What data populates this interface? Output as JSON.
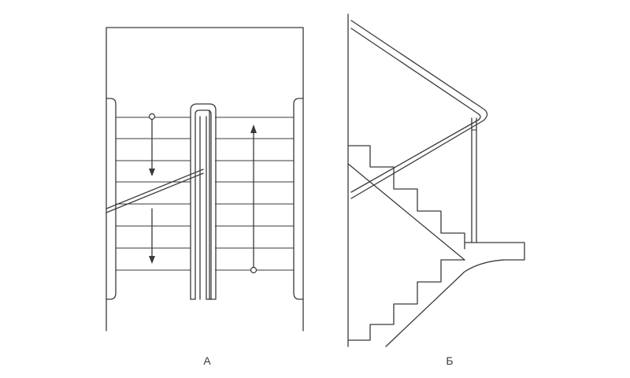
{
  "figure": {
    "panels": [
      {
        "id": "A",
        "caption": "А",
        "view": "plan"
      },
      {
        "id": "B",
        "caption": "Б",
        "view": "section"
      }
    ],
    "plan": {
      "steps_per_flight": 8,
      "flight_directions": [
        "down",
        "up"
      ]
    },
    "section": {
      "visible_steps_upper": 5,
      "visible_steps_lower": 5
    },
    "colors": {
      "line": "#3a3a3a",
      "background": "#ffffff"
    }
  }
}
